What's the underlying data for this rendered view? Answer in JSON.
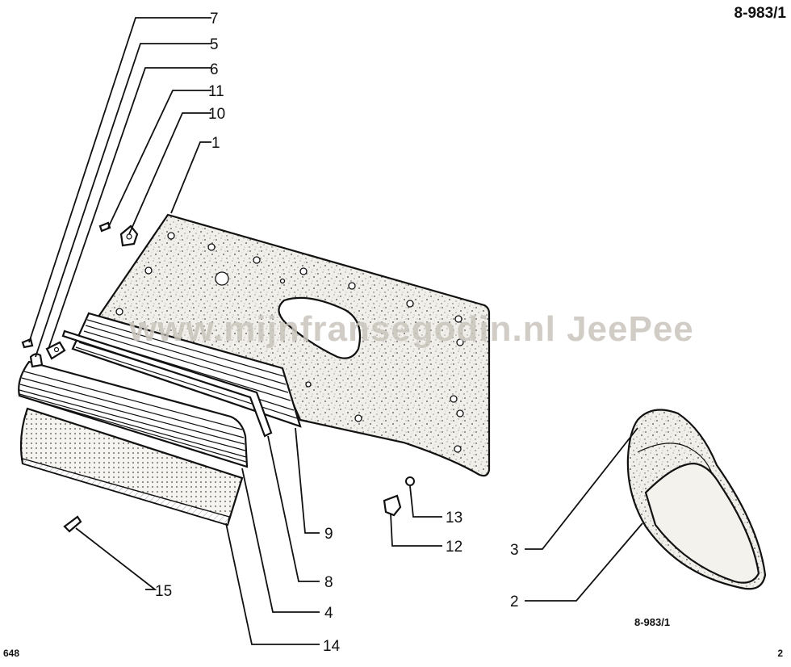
{
  "drawing_ref": "8-983/1",
  "caption_ref": "8-983/1",
  "page_left": "648",
  "page_right": "2",
  "watermark": "www.mijnfransegodin.nl  JeePee",
  "callouts": {
    "c1": "1",
    "c2": "2",
    "c3": "3",
    "c4": "4",
    "c5": "5",
    "c6": "6",
    "c7": "7",
    "c8": "8",
    "c9": "9",
    "c10": "10",
    "c11": "11",
    "c12": "12",
    "c13": "13",
    "c14": "14",
    "c15": "15"
  }
}
